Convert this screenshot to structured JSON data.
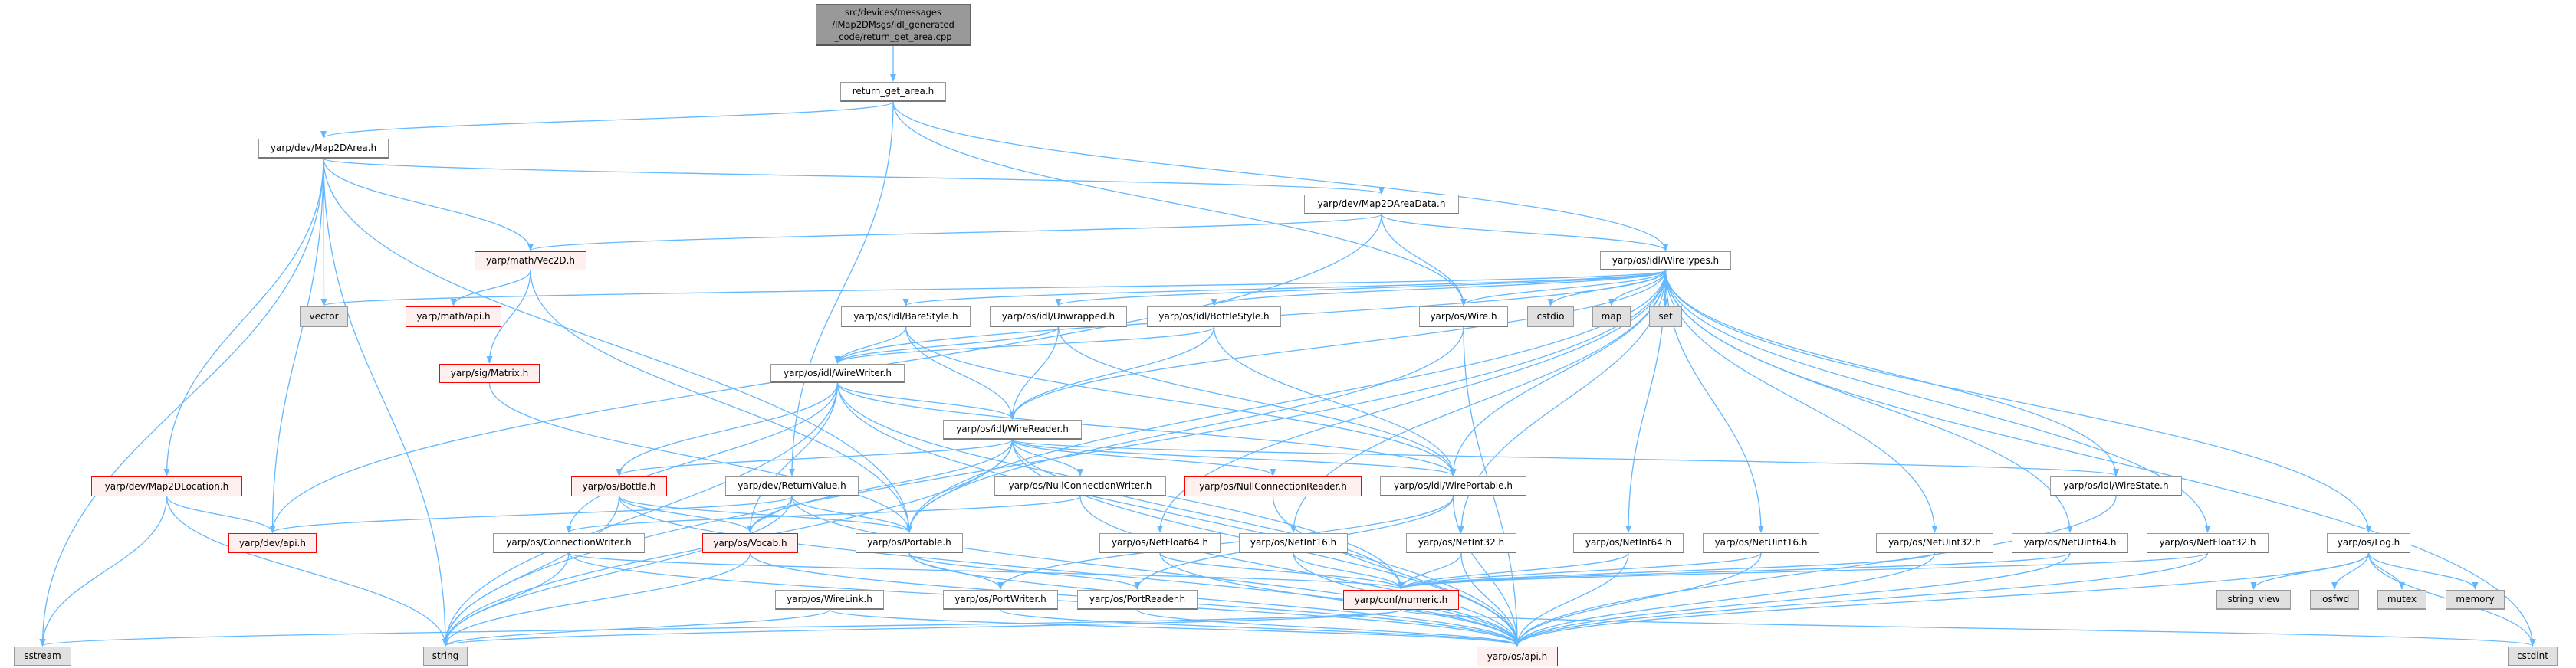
{
  "graph": {
    "title": "Include dependency graph for return_get_area.cpp",
    "edge_color": "#63b8ff",
    "nodes": [
      {
        "id": "root",
        "label": "src/devices/messages\n/IMap2DMsgs/idl_generated\n_code/return_get_area.cpp",
        "kind": "root"
      },
      {
        "id": "rga",
        "label": "return_get_area.h",
        "kind": "normal"
      },
      {
        "id": "map2darea",
        "label": "yarp/dev/Map2DArea.h",
        "kind": "normal"
      },
      {
        "id": "areadata",
        "label": "yarp/dev/Map2DAreaData.h",
        "kind": "normal"
      },
      {
        "id": "vec2d",
        "label": "yarp/math/Vec2D.h",
        "kind": "red"
      },
      {
        "id": "wiretypes",
        "label": "yarp/os/idl/WireTypes.h",
        "kind": "normal"
      },
      {
        "id": "vector",
        "label": "vector",
        "kind": "system"
      },
      {
        "id": "mathapi",
        "label": "yarp/math/api.h",
        "kind": "red"
      },
      {
        "id": "barestyle",
        "label": "yarp/os/idl/BareStyle.h",
        "kind": "normal"
      },
      {
        "id": "unwrapped",
        "label": "yarp/os/idl/Unwrapped.h",
        "kind": "normal"
      },
      {
        "id": "bottlestyle",
        "label": "yarp/os/idl/BottleStyle.h",
        "kind": "normal"
      },
      {
        "id": "wire",
        "label": "yarp/os/Wire.h",
        "kind": "normal"
      },
      {
        "id": "cstdio",
        "label": "cstdio",
        "kind": "system"
      },
      {
        "id": "map",
        "label": "map",
        "kind": "system"
      },
      {
        "id": "set",
        "label": "set",
        "kind": "system"
      },
      {
        "id": "matrix",
        "label": "yarp/sig/Matrix.h",
        "kind": "red"
      },
      {
        "id": "wirewriter",
        "label": "yarp/os/idl/WireWriter.h",
        "kind": "normal"
      },
      {
        "id": "wirereader",
        "label": "yarp/os/idl/WireReader.h",
        "kind": "normal"
      },
      {
        "id": "map2dlocation",
        "label": "yarp/dev/Map2DLocation.h",
        "kind": "red"
      },
      {
        "id": "bottle",
        "label": "yarp/os/Bottle.h",
        "kind": "red"
      },
      {
        "id": "returnvalue",
        "label": "yarp/dev/ReturnValue.h",
        "kind": "normal"
      },
      {
        "id": "nullconnwriter",
        "label": "yarp/os/NullConnectionWriter.h",
        "kind": "normal"
      },
      {
        "id": "nullconnreader",
        "label": "yarp/os/NullConnectionReader.h",
        "kind": "red"
      },
      {
        "id": "wireportable",
        "label": "yarp/os/idl/WirePortable.h",
        "kind": "normal"
      },
      {
        "id": "wirestate",
        "label": "yarp/os/idl/WireState.h",
        "kind": "normal"
      },
      {
        "id": "devapi",
        "label": "yarp/dev/api.h",
        "kind": "red"
      },
      {
        "id": "connwriter",
        "label": "yarp/os/ConnectionWriter.h",
        "kind": "normal"
      },
      {
        "id": "vocab",
        "label": "yarp/os/Vocab.h",
        "kind": "red"
      },
      {
        "id": "portable",
        "label": "yarp/os/Portable.h",
        "kind": "normal"
      },
      {
        "id": "netfloat64",
        "label": "yarp/os/NetFloat64.h",
        "kind": "normal"
      },
      {
        "id": "netint16",
        "label": "yarp/os/NetInt16.h",
        "kind": "normal"
      },
      {
        "id": "netint32",
        "label": "yarp/os/NetInt32.h",
        "kind": "normal"
      },
      {
        "id": "netint64",
        "label": "yarp/os/NetInt64.h",
        "kind": "normal"
      },
      {
        "id": "netuint16",
        "label": "yarp/os/NetUint16.h",
        "kind": "normal"
      },
      {
        "id": "netuint32",
        "label": "yarp/os/NetUint32.h",
        "kind": "normal"
      },
      {
        "id": "netuint64",
        "label": "yarp/os/NetUint64.h",
        "kind": "normal"
      },
      {
        "id": "netfloat32",
        "label": "yarp/os/NetFloat32.h",
        "kind": "normal"
      },
      {
        "id": "log",
        "label": "yarp/os/Log.h",
        "kind": "normal"
      },
      {
        "id": "wirelink",
        "label": "yarp/os/WireLink.h",
        "kind": "normal"
      },
      {
        "id": "portwriter",
        "label": "yarp/os/PortWriter.h",
        "kind": "normal"
      },
      {
        "id": "portreader",
        "label": "yarp/os/PortReader.h",
        "kind": "normal"
      },
      {
        "id": "numeric",
        "label": "yarp/conf/numeric.h",
        "kind": "red"
      },
      {
        "id": "string_view",
        "label": "string_view",
        "kind": "system"
      },
      {
        "id": "iosfwd",
        "label": "iosfwd",
        "kind": "system"
      },
      {
        "id": "mutex",
        "label": "mutex",
        "kind": "system"
      },
      {
        "id": "memory",
        "label": "memory",
        "kind": "system"
      },
      {
        "id": "sstream",
        "label": "sstream",
        "kind": "system"
      },
      {
        "id": "string",
        "label": "string",
        "kind": "system"
      },
      {
        "id": "osapi",
        "label": "yarp/os/api.h",
        "kind": "red"
      },
      {
        "id": "cstdint",
        "label": "cstdint",
        "kind": "system"
      }
    ],
    "edges": [
      [
        "root",
        "rga"
      ],
      [
        "rga",
        "map2darea"
      ],
      [
        "rga",
        "wiretypes"
      ],
      [
        "rga",
        "wire"
      ],
      [
        "rga",
        "returnvalue"
      ],
      [
        "map2darea",
        "areadata"
      ],
      [
        "map2darea",
        "vec2d"
      ],
      [
        "map2darea",
        "vector"
      ],
      [
        "map2darea",
        "map2dlocation"
      ],
      [
        "map2darea",
        "devapi"
      ],
      [
        "map2darea",
        "sstream"
      ],
      [
        "map2darea",
        "string"
      ],
      [
        "map2darea",
        "portable"
      ],
      [
        "areadata",
        "vec2d"
      ],
      [
        "areadata",
        "devapi"
      ],
      [
        "areadata",
        "wire"
      ],
      [
        "areadata",
        "wiretypes"
      ],
      [
        "vec2d",
        "mathapi"
      ],
      [
        "vec2d",
        "matrix"
      ],
      [
        "vec2d",
        "portable"
      ],
      [
        "matrix",
        "portable"
      ],
      [
        "wiretypes",
        "vector"
      ],
      [
        "wiretypes",
        "string"
      ],
      [
        "wiretypes",
        "cstdio"
      ],
      [
        "wiretypes",
        "map"
      ],
      [
        "wiretypes",
        "set"
      ],
      [
        "wiretypes",
        "cstdint"
      ],
      [
        "wiretypes",
        "wire"
      ],
      [
        "wiretypes",
        "barestyle"
      ],
      [
        "wiretypes",
        "unwrapped"
      ],
      [
        "wiretypes",
        "bottlestyle"
      ],
      [
        "wiretypes",
        "wirewriter"
      ],
      [
        "wiretypes",
        "wirereader"
      ],
      [
        "wiretypes",
        "wireportable"
      ],
      [
        "wiretypes",
        "wirestate"
      ],
      [
        "wiretypes",
        "log"
      ],
      [
        "wiretypes",
        "netint16"
      ],
      [
        "wiretypes",
        "netuint16"
      ],
      [
        "wiretypes",
        "netint32"
      ],
      [
        "wiretypes",
        "netuint32"
      ],
      [
        "wiretypes",
        "netint64"
      ],
      [
        "wiretypes",
        "netuint64"
      ],
      [
        "wiretypes",
        "netfloat32"
      ],
      [
        "wiretypes",
        "netfloat64"
      ],
      [
        "wiretypes",
        "portable"
      ],
      [
        "barestyle",
        "wirewriter"
      ],
      [
        "barestyle",
        "wirereader"
      ],
      [
        "barestyle",
        "wireportable"
      ],
      [
        "unwrapped",
        "wirewriter"
      ],
      [
        "unwrapped",
        "wirereader"
      ],
      [
        "unwrapped",
        "wireportable"
      ],
      [
        "bottlestyle",
        "wirewriter"
      ],
      [
        "bottlestyle",
        "wirereader"
      ],
      [
        "bottlestyle",
        "wireportable"
      ],
      [
        "wire",
        "portable"
      ],
      [
        "wire",
        "osapi"
      ],
      [
        "wirewriter",
        "wirereader"
      ],
      [
        "wirewriter",
        "bottle"
      ],
      [
        "wirewriter",
        "vocab"
      ],
      [
        "wirewriter",
        "connwriter"
      ],
      [
        "wirewriter",
        "string"
      ],
      [
        "wirewriter",
        "wireportable"
      ],
      [
        "wirewriter",
        "osapi"
      ],
      [
        "wirewriter",
        "numeric"
      ],
      [
        "wirereader",
        "bottle"
      ],
      [
        "wirereader",
        "vocab"
      ],
      [
        "wirereader",
        "nullconnwriter"
      ],
      [
        "wirereader",
        "nullconnreader"
      ],
      [
        "wirereader",
        "wireportable"
      ],
      [
        "wirereader",
        "wirestate"
      ],
      [
        "wirereader",
        "string"
      ],
      [
        "wirereader",
        "portable"
      ],
      [
        "wirereader",
        "osapi"
      ],
      [
        "wirereader",
        "numeric"
      ],
      [
        "map2dlocation",
        "devapi"
      ],
      [
        "map2dlocation",
        "sstream"
      ],
      [
        "map2dlocation",
        "string"
      ],
      [
        "bottle",
        "portable"
      ],
      [
        "bottle",
        "vocab"
      ],
      [
        "bottle",
        "string"
      ],
      [
        "bottle",
        "osapi"
      ],
      [
        "returnvalue",
        "vocab"
      ],
      [
        "returnvalue",
        "portable"
      ],
      [
        "returnvalue",
        "string"
      ],
      [
        "returnvalue",
        "devapi"
      ],
      [
        "returnvalue",
        "osapi"
      ],
      [
        "nullconnwriter",
        "connwriter"
      ],
      [
        "nullconnwriter",
        "osapi"
      ],
      [
        "nullconnreader",
        "osapi"
      ],
      [
        "wireportable",
        "portreader"
      ],
      [
        "wireportable",
        "portwriter"
      ],
      [
        "wireportable",
        "osapi"
      ],
      [
        "wirestate",
        "osapi"
      ],
      [
        "connwriter",
        "string"
      ],
      [
        "connwriter",
        "osapi"
      ],
      [
        "connwriter",
        "numeric"
      ],
      [
        "vocab",
        "string"
      ],
      [
        "vocab",
        "osapi"
      ],
      [
        "portable",
        "portwriter"
      ],
      [
        "portable",
        "portreader"
      ],
      [
        "portable",
        "osapi"
      ],
      [
        "netfloat64",
        "numeric"
      ],
      [
        "netfloat64",
        "osapi"
      ],
      [
        "netint16",
        "numeric"
      ],
      [
        "netint16",
        "osapi"
      ],
      [
        "netint32",
        "numeric"
      ],
      [
        "netint32",
        "osapi"
      ],
      [
        "netint64",
        "numeric"
      ],
      [
        "netint64",
        "osapi"
      ],
      [
        "netuint16",
        "numeric"
      ],
      [
        "netuint16",
        "osapi"
      ],
      [
        "netuint32",
        "numeric"
      ],
      [
        "netuint32",
        "osapi"
      ],
      [
        "netuint64",
        "numeric"
      ],
      [
        "netuint64",
        "osapi"
      ],
      [
        "netfloat32",
        "numeric"
      ],
      [
        "netfloat32",
        "osapi"
      ],
      [
        "log",
        "string_view"
      ],
      [
        "log",
        "iosfwd"
      ],
      [
        "log",
        "mutex"
      ],
      [
        "log",
        "memory"
      ],
      [
        "log",
        "cstdint"
      ],
      [
        "log",
        "osapi"
      ],
      [
        "wirelink",
        "string"
      ],
      [
        "wirelink",
        "osapi"
      ],
      [
        "portwriter",
        "osapi"
      ],
      [
        "portreader",
        "osapi"
      ],
      [
        "numeric",
        "cstdint"
      ],
      [
        "numeric",
        "sstream"
      ],
      [
        "numeric",
        "string"
      ]
    ]
  }
}
